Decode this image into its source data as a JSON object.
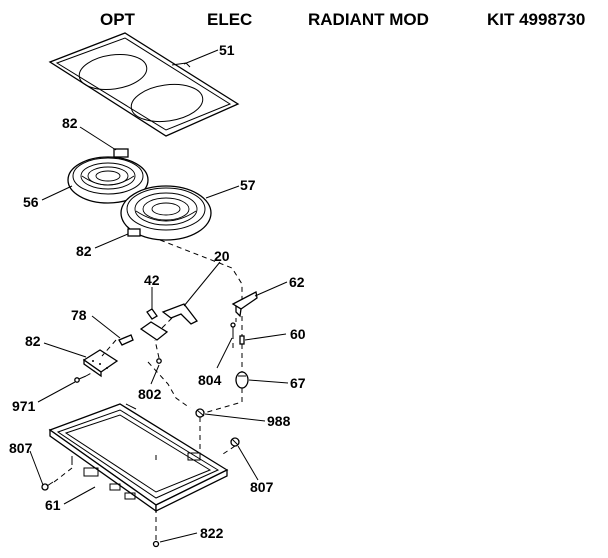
{
  "header": {
    "opt": "OPT",
    "elec": "ELEC",
    "radiant_mod": "RADIANT MOD",
    "kit": "KIT 4998730"
  },
  "labels": {
    "p51": "51",
    "p82_top": "82",
    "p56": "56",
    "p57": "57",
    "p82_mid": "82",
    "p20": "20",
    "p42": "42",
    "p62": "62",
    "p78": "78",
    "p82_left": "82",
    "p60": "60",
    "p804": "804",
    "p67": "67",
    "p971": "971",
    "p802": "802",
    "p988": "988",
    "p807_left": "807",
    "p807_right": "807",
    "p61": "61",
    "p822": "822"
  }
}
